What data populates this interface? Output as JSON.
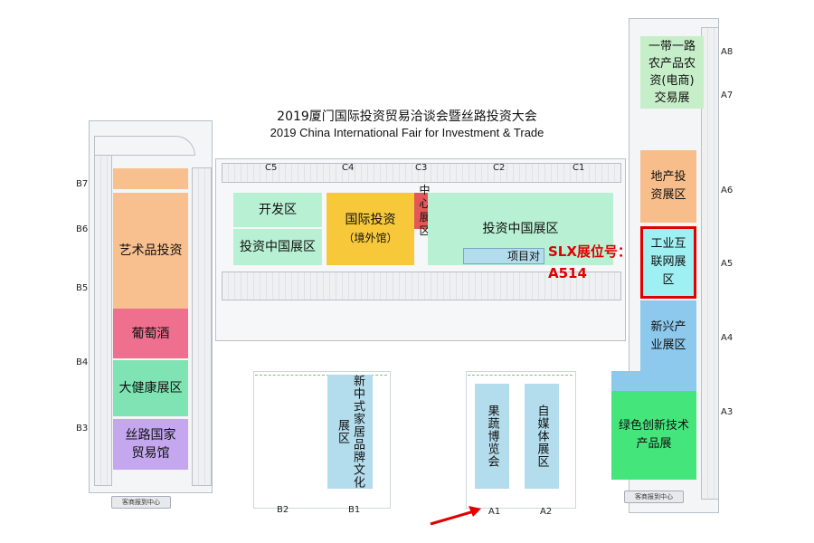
{
  "title": {
    "cn": "2019厦门国际投资贸易洽谈会暨丝路投资大会",
    "en": "2019 China International Fair for Investment & Trade"
  },
  "halls_top": [
    "C5",
    "C4",
    "C3",
    "C2",
    "C1"
  ],
  "halls_left": [
    "B7",
    "B6",
    "B5",
    "B4",
    "B3"
  ],
  "halls_right": [
    "A8",
    "A7",
    "A6",
    "A5",
    "A4",
    "A3"
  ],
  "halls_bottom": [
    "B2",
    "B1",
    "A1",
    "A2"
  ],
  "zones": {
    "art": "艺术品投资",
    "wine": "葡萄酒",
    "health": "大健康展区",
    "silkroad": "丝路国家贸易馆",
    "kaifa": "开发区",
    "touzi_cn_left": "投资中国展区",
    "intl_line1": "国际投资",
    "intl_line2": "（境外馆）",
    "center": "中心展区",
    "touzi_cn_right": "投资中国展区",
    "xiangmu": "项目对",
    "belt": "一带一路农产品农资(电商)交易展",
    "realestate": "地产投资展区",
    "industry": "工业互联网展区",
    "emerging": "新兴产业展区",
    "green": "绿色创新技术产品展",
    "chinese_home": "新中式家居品牌文化展区",
    "fruit": "果蔬博览会",
    "media": "自媒体展区"
  },
  "desks": {
    "left": "客商报到中心",
    "right": "客商报到中心"
  },
  "booth": {
    "line1": "SLX展位号：",
    "line2": "A514",
    "color": "#e00000"
  },
  "colors": {
    "art": "#f9c08f",
    "wine": "#ef6f8f",
    "health": "#7fe3b3",
    "silkroad": "#c4a7ee",
    "mint": "#b7f0d2",
    "intl": "#f7c83a",
    "center": "#e25757",
    "belt": "#c6efc9",
    "realestate": "#f7be8c",
    "industry": "#9ff0f3",
    "emerging": "#8cc9ec",
    "green": "#44e67c",
    "lightblue": "#b3dcec"
  }
}
